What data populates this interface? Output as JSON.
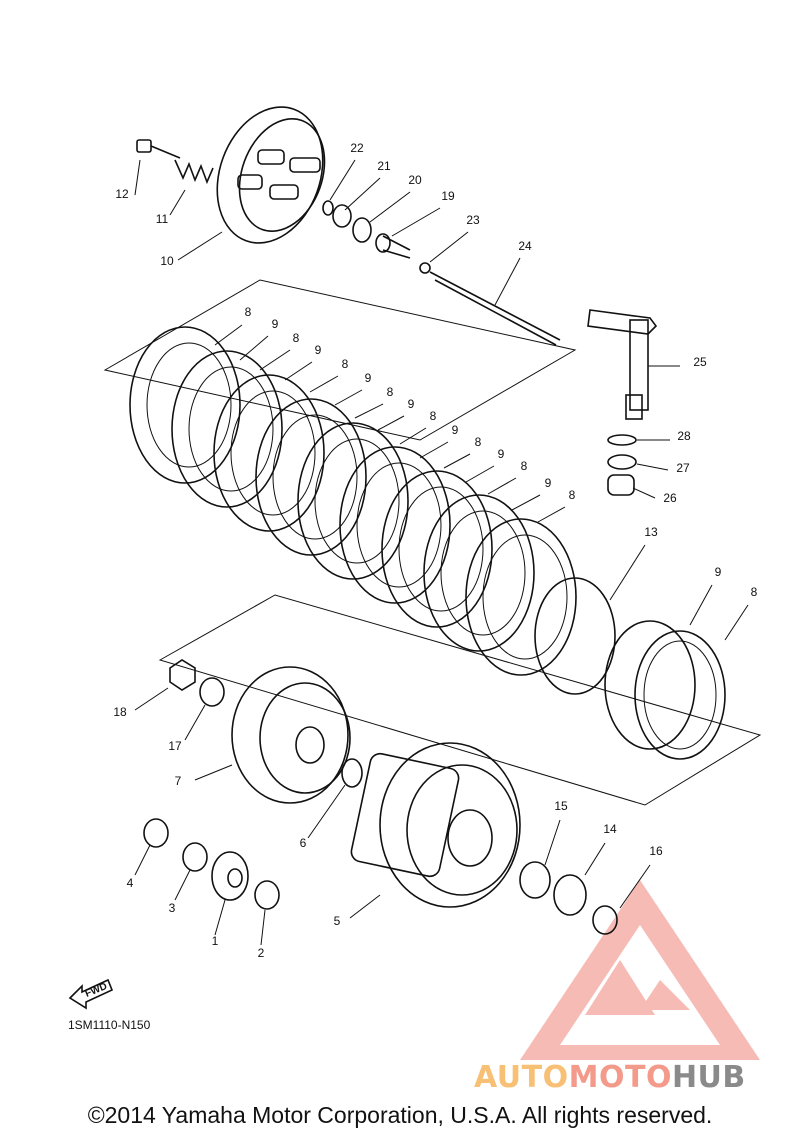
{
  "diagram_code": "1SM1110-N150",
  "fwd_label": "FWD",
  "copyright": "©2014 Yamaha Motor Corporation, U.S.A. All rights reserved.",
  "watermark": {
    "part1": "AUTO",
    "part2": "MOTO",
    "part3": "HUB",
    "colors": {
      "auto": "#f8c074",
      "moto": "#f39a8a",
      "hub": "#8a8a8a",
      "logo": "#f08c84"
    }
  },
  "callouts": [
    "1",
    "2",
    "3",
    "4",
    "5",
    "6",
    "7",
    "8",
    "9",
    "10",
    "11",
    "12",
    "13",
    "14",
    "15",
    "16",
    "17",
    "18",
    "19",
    "20",
    "21",
    "22",
    "23",
    "24",
    "25",
    "26",
    "27",
    "28"
  ]
}
